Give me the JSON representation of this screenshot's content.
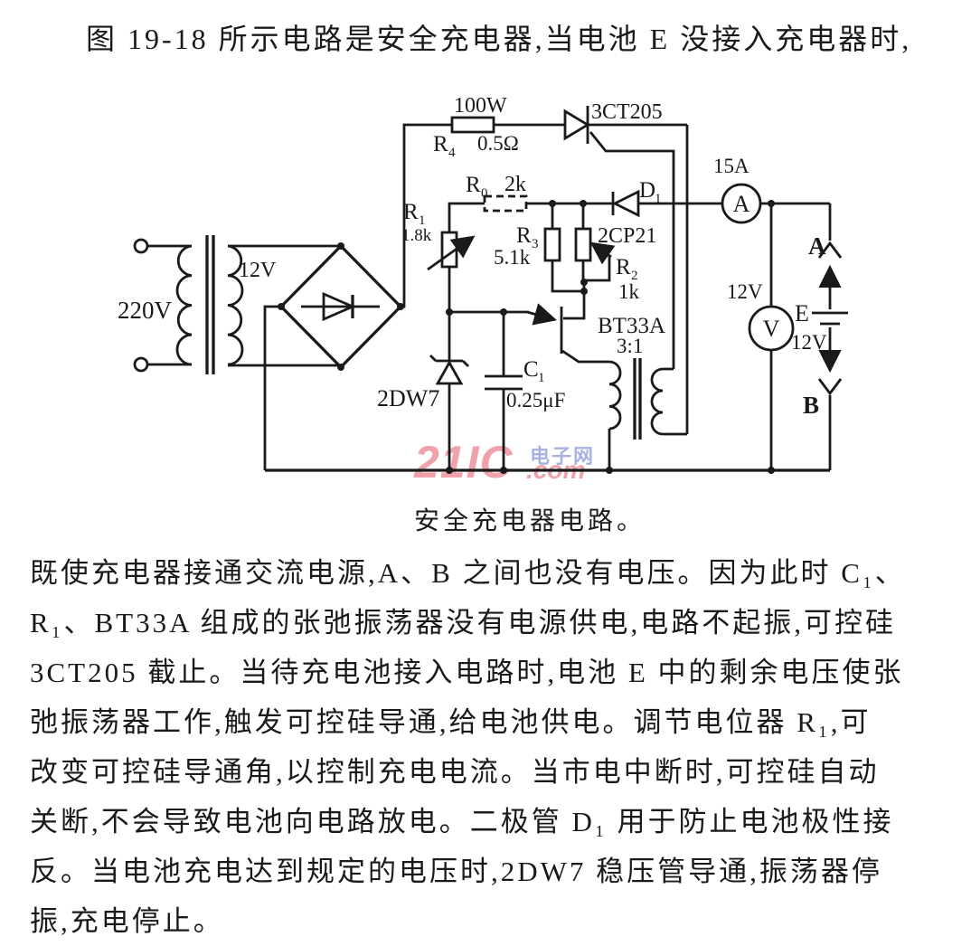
{
  "page": {
    "title_line": "图 19-18 所示电路是安全充电器,当电池 E 没接入充电器时,"
  },
  "figure": {
    "caption": "安全充电器电路。",
    "watermark": {
      "brand": "21IC",
      "site": "电子网",
      "tld": ".com"
    },
    "labels": {
      "mains_voltage": "220V",
      "secondary_voltage": "12V",
      "r4_power": "100W",
      "r4": "R",
      "r4_sub": "4",
      "r4_value": "0.5Ω",
      "scr": "3CT205",
      "r0": "R",
      "r0_sub": "0",
      "r0_value": "2k",
      "r1": "R",
      "r1_sub": "1",
      "r1_value": "1.8k",
      "r3": "R",
      "r3_sub": "3",
      "r3_value": "5.1k",
      "r2": "R",
      "r2_sub": "2",
      "r2_value": "1k",
      "d1": "D",
      "d1_sub": "1",
      "d1_type": "2CP21",
      "ujt": "BT33A",
      "ratio": "3:1",
      "zener": "2DW7",
      "c1": "C",
      "c1_sub": "1",
      "c1_value": "0.25μF",
      "ammeter_rating": "15A",
      "ammeter": "A",
      "voltmeter_rating": "12V",
      "voltmeter": "V",
      "battery": "E",
      "battery_voltage": "12V",
      "terminal_a": "A",
      "terminal_b": "B"
    }
  },
  "body": {
    "lines": [
      "既使充电器接通交流电源,A、B 之间也没有电压。因为此时 C₁、",
      "R₁、BT33A 组成的张弛振荡器没有电源供电,电路不起振,可控硅",
      "3CT205 截止。当待充电池接入电路时,电池 E 中的剩余电压使张",
      "弛振荡器工作,触发可控硅导通,给电池供电。调节电位器 R₁,可",
      "改变可控硅导通角,以控制充电电流。当市电中断时,可控硅自动",
      "关断,不会导致电池向电路放电。二极管 D₁ 用于防止电池极性接",
      "反。当电池充电达到规定的电压时,2DW7 稳压管导通,振荡器停",
      "振,充电停止。"
    ]
  },
  "colors": {
    "ink": "#1a1a1a",
    "watermark_pink": "#f0a2aa",
    "watermark_blue": "#a9b1e0"
  }
}
